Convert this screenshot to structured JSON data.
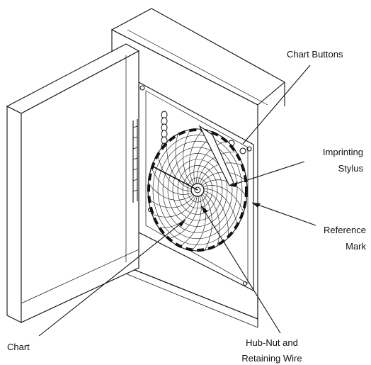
{
  "diagram": {
    "labels": {
      "chart_buttons": "Chart Buttons",
      "imprinting_stylus_line1": "Imprinting",
      "imprinting_stylus_line2": "Stylus",
      "reference_mark_line1": "Reference",
      "reference_mark_line2": "Mark",
      "chart": "Chart",
      "hub_nut_line1": "Hub-Nut and",
      "hub_nut_line2": "Retaining Wire"
    }
  }
}
